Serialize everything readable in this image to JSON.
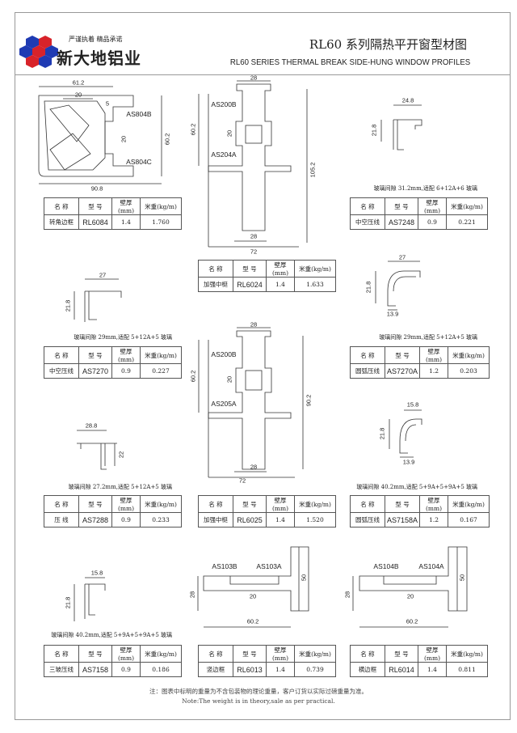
{
  "header": {
    "slogan": "严谨执着 精品承诺",
    "brand": "新大地铝业",
    "title_cn": "RL60 系列隔热平开窗型材图",
    "title_en": "RL60 SERIES THERMAL BREAK SIDE-HUNG WINDOW PROFILES"
  },
  "table_headers": {
    "name": "名 称",
    "model": "型 号",
    "thickness": "壁厚(mm)",
    "weight": "米重(kg/m)"
  },
  "profiles": [
    {
      "name": "转角边框",
      "model": "RL6084",
      "thickness": "1.4",
      "weight": "1.760",
      "dims": [
        "61.2",
        "20",
        "5",
        "AS804B",
        "20",
        "AS804C",
        "60.2",
        "90.8"
      ]
    },
    {
      "name": "加强中梃",
      "model": "RL6024",
      "thickness": "1.4",
      "weight": "1.633",
      "dims": [
        "28",
        "AS200B",
        "60.2",
        "20",
        "AS204A",
        "105.2",
        "28",
        "72"
      ]
    },
    {
      "name": "中空压线",
      "model": "AS7248",
      "thickness": "0.9",
      "weight": "0.221",
      "caption": "玻璃间隙 31.2mm,适配 6+12A+6 玻璃",
      "dims": [
        "24.8",
        "21.8"
      ]
    },
    {
      "name": "中空压线",
      "model": "AS7270",
      "thickness": "0.9",
      "weight": "0.227",
      "caption": "玻璃间隙 29mm,适配 5+12A+5 玻璃",
      "dims": [
        "27",
        "21.8"
      ]
    },
    {
      "name": "圆弧压线",
      "model": "AS7270A",
      "thickness": "1.2",
      "weight": "0.203",
      "caption": "玻璃间隙 29mm,适配 5+12A+5 玻璃",
      "dims": [
        "27",
        "21.8",
        "13.9"
      ]
    },
    {
      "name": "加强中梃",
      "model": "RL6025",
      "thickness": "1.4",
      "weight": "1.520",
      "dims": [
        "28",
        "AS200B",
        "60.2",
        "20",
        "AS205A",
        "90.2",
        "28",
        "72"
      ]
    },
    {
      "name": "压 线",
      "model": "AS7288",
      "thickness": "0.9",
      "weight": "0.233",
      "caption": "玻璃间隙 27.2mm,适配 5+12A+5 玻璃",
      "dims": [
        "28.8",
        "22"
      ]
    },
    {
      "name": "圆弧压线",
      "model": "AS7158A",
      "thickness": "1.2",
      "weight": "0.167",
      "caption": "玻璃间隙 40.2mm,适配 5+9A+5+9A+5 玻璃",
      "dims": [
        "15.8",
        "21.8",
        "13.9"
      ]
    },
    {
      "name": "三玻压线",
      "model": "AS7158",
      "thickness": "0.9",
      "weight": "0.186",
      "caption": "玻璃间隙 40.2mm,适配 5+9A+5+9A+5 玻璃",
      "dims": [
        "15.8",
        "21.8"
      ]
    },
    {
      "name": "竖边框",
      "model": "RL6013",
      "thickness": "1.4",
      "weight": "0.739",
      "dims": [
        "AS103B",
        "AS103A",
        "50",
        "28",
        "20",
        "60.2"
      ]
    },
    {
      "name": "横边框",
      "model": "RL6014",
      "thickness": "1.4",
      "weight": "0.811",
      "dims": [
        "AS104B",
        "AS104A",
        "50",
        "28",
        "20",
        "60.2"
      ]
    }
  ],
  "footer": {
    "note_cn": "注：图表中标明的重量为不含包装物的理论重量，客户订货以实际过磅重量为准。",
    "note_en": "Note:The weight is in theory,sale as per practical."
  }
}
